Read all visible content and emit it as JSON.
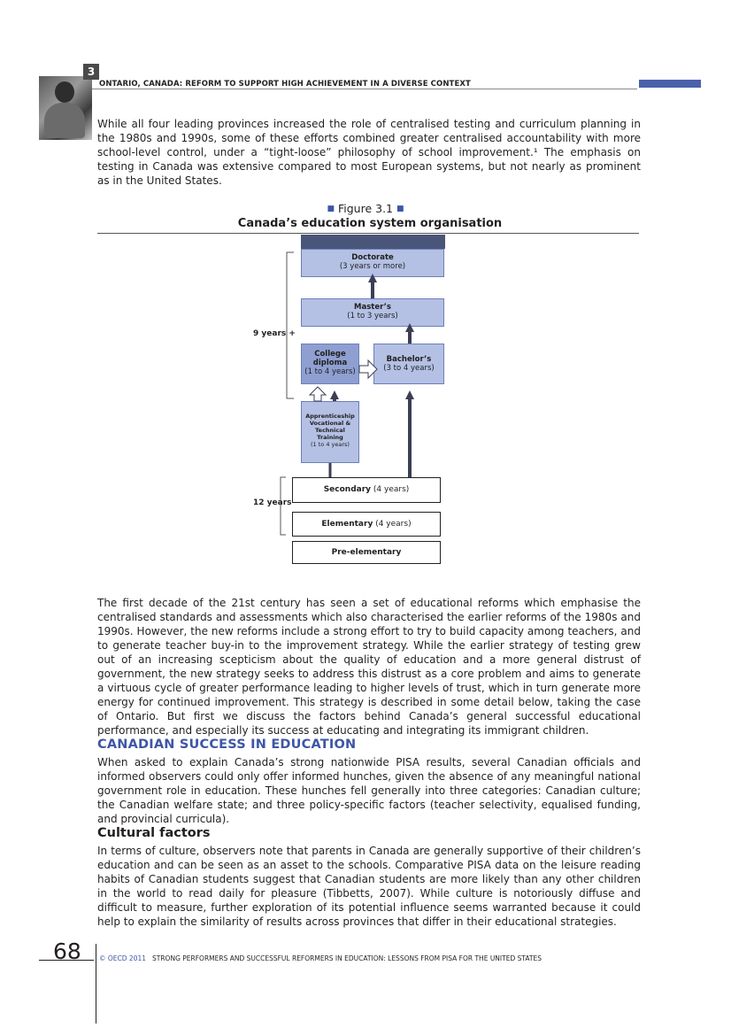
{
  "header": {
    "chapter_number": "3",
    "title": "ONTARIO, CANADA: REFORM TO SUPPORT HIGH ACHIEVEMENT IN A DIVERSE CONTEXT"
  },
  "intro_paragraph": "While all four leading provinces increased the role of centralised testing and curriculum planning in the 1980s and 1990s, some of these efforts combined greater centralised accountability with more school-level control, under a “tight-loose” philosophy of school improvement.¹ The emphasis on testing in Canada was extensive compared to most European systems, but not nearly as prominent as in the United States.",
  "figure": {
    "label": "Figure 3.1",
    "title": "Canada’s education system organisation",
    "boxes": {
      "doctorate_name": "Doctorate",
      "doctorate_years": "(3 years or more)",
      "masters_name": "Master’s",
      "masters_years": "(1 to 3 years)",
      "college_line1": "College",
      "college_line2": "diploma",
      "college_years": "(1 to 4 years)",
      "bachelors_name": "Bachelor’s",
      "bachelors_years": "(3 to 4 years)",
      "app_line1": "Apprenticeship",
      "app_line2": "Vocational &",
      "app_line3": "Technical",
      "app_line4": "Training",
      "app_years": "(1 to 4 years)",
      "secondary_name": "Secondary",
      "secondary_years": "(4 years)",
      "elementary_name": "Elementary",
      "elementary_years": "(4 years)",
      "preelementary_name": "Pre-elementary"
    },
    "side_labels": {
      "upper": "9 years +",
      "lower": "12 years"
    }
  },
  "paragraph_2": "The first decade of the 21st century has seen a set of educational reforms which emphasise the centralised standards and assessments which also characterised the earlier reforms of the 1980s and 1990s. However, the new reforms include a strong effort to try to build capacity among teachers, and to generate teacher buy-in to the improvement strategy. While the earlier strategy of testing grew out of an increasing scepticism about the quality of education and a more general distrust of government, the new strategy seeks to address this distrust as a core problem and aims to generate a virtuous cycle of greater performance leading to higher levels of trust, which in turn generate more energy for continued improvement. This strategy is described in some detail below, taking the case of Ontario. But first we discuss the factors behind Canada’s general successful educational performance, and especially its success at educating and integrating its immigrant children.",
  "section_heading": "CANADIAN SUCCESS IN EDUCATION",
  "paragraph_3": "When asked to explain Canada’s strong nationwide PISA results, several Canadian officials and informed observers could only offer informed hunches, given the absence of any meaningful national government role in education. These hunches fell generally into three categories: Canadian culture; the Canadian welfare state; and three policy-specific factors (teacher selectivity, equalised funding, and provincial curricula).",
  "sub_heading": "Cultural factors",
  "paragraph_4": "In terms of culture, observers note that parents in Canada are generally supportive of their children’s education and can be seen as an asset to the schools. Comparative PISA data on the leisure reading habits of Canadian students suggest that Canadian students are more likely than any other children in the world to read daily for pleasure (Tibbetts, 2007). While culture is notoriously diffuse and difficult to measure, further exploration of its potential influence seems warranted because it could help to explain the similarity of results across provinces that differ in their educational strategies.",
  "footer": {
    "page_number": "68",
    "copyright": "© OECD 2011",
    "title": "STRONG PERFORMERS AND SUCCESSFUL REFORMERS IN EDUCATION: LESSONS FROM PISA FOR THE UNITED STATES"
  },
  "colors": {
    "accent_blue": "#3e56a6",
    "box_fill": "#b4c0e4",
    "box_dark": "#8f9fd2"
  }
}
